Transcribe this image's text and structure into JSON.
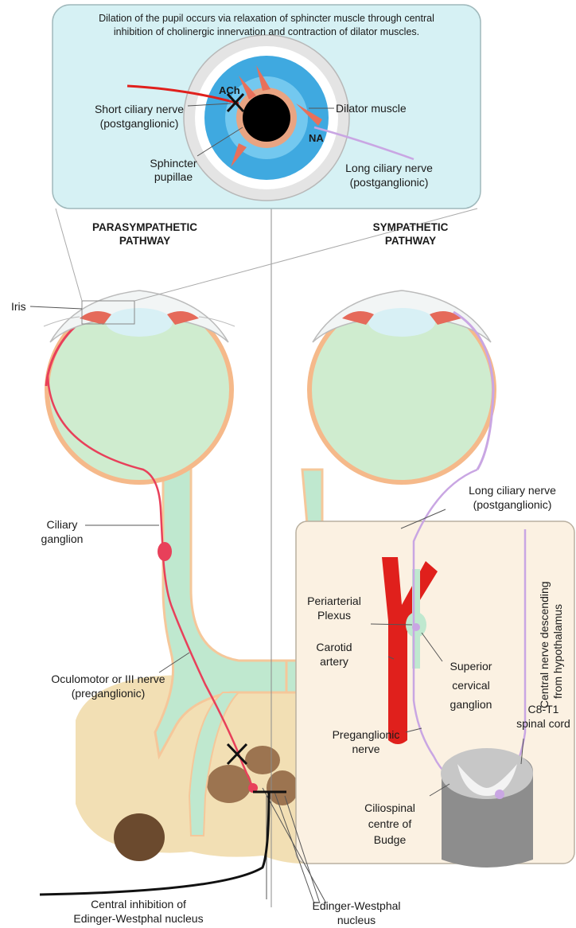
{
  "inset_caption": {
    "line1": "Dilation of the pupil occurs via relaxation of sphincter muscle through central",
    "line2": "inhibition of cholinergic innervation and contraction of dilator muscles."
  },
  "inset_labels": {
    "ach": "ACh",
    "na": "NA",
    "short_ciliary_1": "Short ciliary nerve",
    "short_ciliary_2": "(postganglionic)",
    "dilator": "Dilator muscle",
    "sphincter_1": "Sphincter",
    "sphincter_2": "pupillae",
    "long_ciliary_1": "Long ciliary nerve",
    "long_ciliary_2": "(postganglionic)"
  },
  "pathways": {
    "para_1": "PARASYMPATHETIC",
    "para_2": "PATHWAY",
    "symp_1": "SYMPATHETIC",
    "symp_2": "PATHWAY"
  },
  "labels": {
    "iris": "Iris",
    "ciliary_ganglion_1": "Ciliary",
    "ciliary_ganglion_2": "ganglion",
    "oculomotor_1": "Oculomotor or III nerve",
    "oculomotor_2": "(preganglionic)",
    "central_inhibition_1": "Central inhibition of",
    "central_inhibition_2": "Edinger-Westphal nucleus",
    "ew_nucleus_1": "Edinger-Westphal",
    "ew_nucleus_2": "nucleus",
    "long_ciliary_1": "Long ciliary nerve",
    "long_ciliary_2": "(postganglionic)",
    "central_desc_1": "Central nerve descending",
    "central_desc_2": "from hypothalamus",
    "periarterial_1": "Periarterial",
    "periarterial_2": "Plexus",
    "carotid_1": "Carotid",
    "carotid_2": "artery",
    "superior_1": "Superior",
    "superior_2": "cervical",
    "superior_3": "ganglion",
    "c8t1_1": "C8-T1",
    "c8t1_2": "spinal cord",
    "preganglionic_1": "Preganglionic",
    "preganglionic_2": "nerve",
    "budge_1": "Ciliospinal",
    "budge_2": "centre of",
    "budge_3": "Budge"
  },
  "colors": {
    "parasympathetic_nerve": "#e8405a",
    "sympathetic_nerve": "#c9a6e3",
    "optic_nerve": "#bfe8cf",
    "brainstem": "#f2dfb4",
    "inset_bg": "#d6f1f4",
    "sympathetic_panel": "#fbf1e2",
    "artery": "#e0201c",
    "iris_blue": "#3fa9e0"
  }
}
